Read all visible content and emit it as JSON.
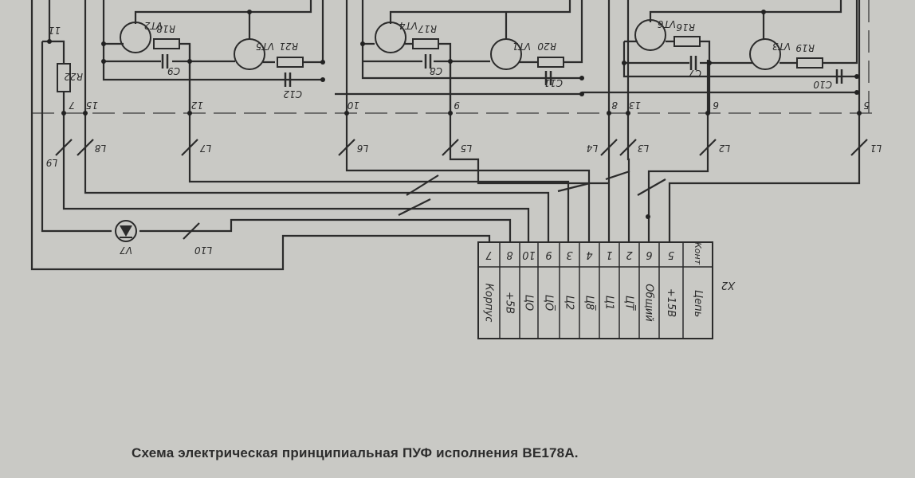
{
  "caption": "Схема электрическая принципиальная ПУФ исполнения ВЕ178А.",
  "connector": {
    "name": "X2",
    "header": {
      "contact": "Конт",
      "circuit": "Цепь"
    },
    "rows": [
      {
        "contact": "5",
        "circuit": "+15В"
      },
      {
        "contact": "6",
        "circuit": "Общий"
      },
      {
        "contact": "2",
        "circuit": "ЦТ̅"
      },
      {
        "contact": "1",
        "circuit": "Ц1"
      },
      {
        "contact": "4",
        "circuit": "Ц8̅"
      },
      {
        "contact": "3",
        "circuit": "Ц2"
      },
      {
        "contact": "9",
        "circuit": "ЦО̅"
      },
      {
        "contact": "10",
        "circuit": "ЦО"
      },
      {
        "contact": "8",
        "circuit": "+5В"
      },
      {
        "contact": "7",
        "circuit": "Корпус"
      }
    ]
  },
  "components": {
    "b1": {
      "vt_a": "VT2",
      "r_a": "R18",
      "c_a": "C9",
      "vt_b": "VT5",
      "r_b": "R21",
      "c_b": "C12"
    },
    "b2": {
      "vt_a": "VT4",
      "r_a": "R17",
      "c_a": "C8",
      "vt_b": "VT1",
      "r_b": "R20",
      "c_b": "C11"
    },
    "b3": {
      "vt_a": "VT6",
      "r_a": "R16",
      "c_a": "C7",
      "vt_b": "VT3",
      "r_b": "R19",
      "c_b": "C10"
    },
    "r22": "R22",
    "led": "V7"
  },
  "pins": {
    "p11": "11",
    "p7": "7",
    "p15": "15",
    "p12": "12",
    "p10": "10",
    "p9": "9",
    "p8": "8",
    "p13": "13",
    "p6": "6",
    "p5": "5"
  },
  "wires": {
    "L1": "L1",
    "L2": "L2",
    "L3": "L3",
    "L4": "L4",
    "L5": "L5",
    "L6": "L6",
    "L7": "L7",
    "L8": "L8",
    "L9": "L9",
    "L10": "L10"
  }
}
